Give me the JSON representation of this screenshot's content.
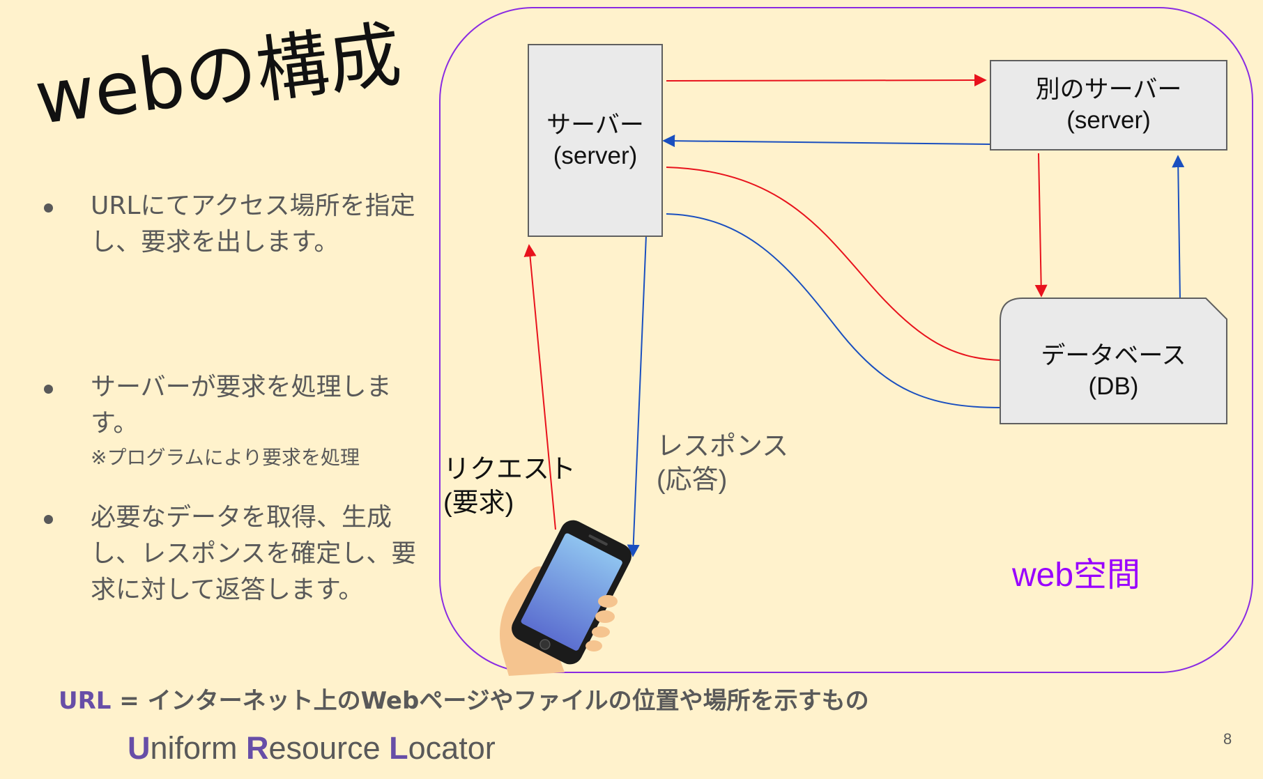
{
  "title": "webの構成",
  "bullets": [
    {
      "text": "URLにてアクセス場所を指定し、要求を出します。"
    },
    {
      "text": "サーバーが要求を処理します。",
      "note": "※プログラムにより要求を処理"
    },
    {
      "text": "必要なデータを取得、生成し、レスポンスを確定し、要求に対して返答します。"
    }
  ],
  "diagram": {
    "server_box": "サーバー\n(server)",
    "other_server_box": "別のサーバー\n(server)",
    "database_box": "データベース\n(DB)",
    "request_label": "リクエスト\n(要求)",
    "response_label": "レスポンス\n(応答)",
    "web_space_label": "web空間",
    "phone_icon": "smartphone-in-hand-icon"
  },
  "colors": {
    "background": "#fff2cc",
    "frame": "#8a2be2",
    "request_arrow": "#e8121c",
    "response_arrow": "#1a4fbf",
    "accent_purple": "#674ea7",
    "web_space_text": "#9900ff"
  },
  "footer": {
    "url_abbr": "URL",
    "url_definition": " = インターネット上のWebページやファイルの位置や場所を示すもの",
    "acronym_parts": [
      {
        "cap": "U",
        "rest": "niform "
      },
      {
        "cap": "R",
        "rest": "esource "
      },
      {
        "cap": "L",
        "rest": "ocator"
      }
    ],
    "page_number": "8"
  }
}
